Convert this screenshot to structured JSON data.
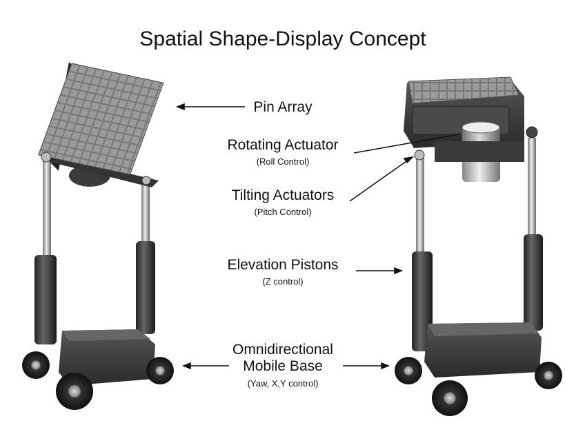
{
  "title": "Spatial Shape-Display Concept",
  "labels": {
    "pin_array": {
      "main": "Pin Array"
    },
    "rotating_actuator": {
      "main": "Rotating Actuator",
      "sub": "(Roll Control)"
    },
    "tilting_actuators": {
      "main": "Tilting Actuators",
      "sub": "(Pitch Control)"
    },
    "elevation_pistons": {
      "main": "Elevation Pistons",
      "sub": "(Z control)"
    },
    "mobile_base": {
      "main_line1": "Omnidirectional",
      "main_line2": "Mobile Base",
      "sub": "(Yaw, X,Y control)"
    }
  }
}
